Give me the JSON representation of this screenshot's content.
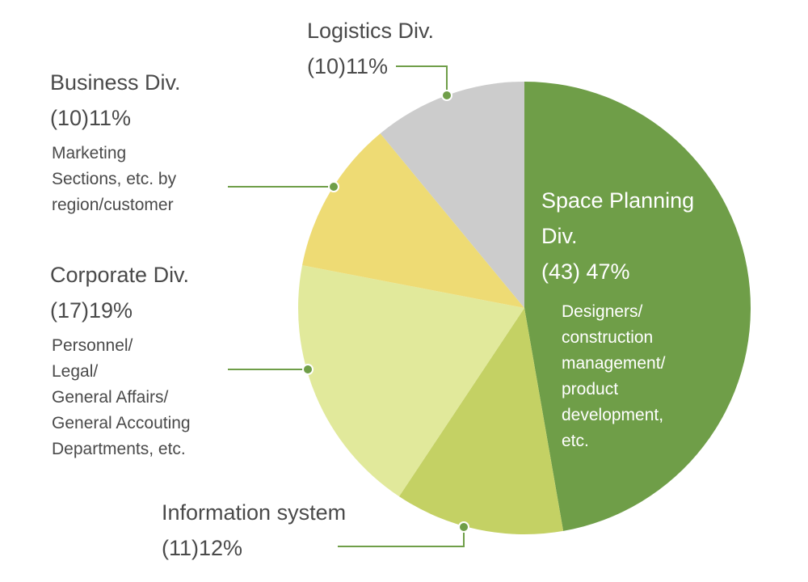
{
  "chart_data": {
    "type": "pie",
    "colors": {
      "space_planning": "#6f9e48",
      "information_system": "#c4d164",
      "corporate": "#e1e99b",
      "business": "#eedb74",
      "logistics": "#cccccc",
      "leader_line": "#6f9e48"
    },
    "slices": [
      {
        "key": "space_planning",
        "name": "Space Planning Div.",
        "count": 43,
        "percent": 47,
        "label_line1": "Space Planning",
        "label_line2": "Div.",
        "value_text": "(43) 47%",
        "description": [
          "Designers/",
          "construction",
          "management/",
          "product",
          "development,",
          "etc."
        ]
      },
      {
        "key": "information_system",
        "name": "Information system",
        "count": 11,
        "percent": 12,
        "value_text": "(11)12%",
        "description": []
      },
      {
        "key": "corporate",
        "name": "Corporate Div.",
        "count": 17,
        "percent": 19,
        "value_text": "(17)19%",
        "description": [
          "Personnel/",
          "Legal/",
          "General Affairs/",
          "General Accouting",
          "Departments, etc."
        ]
      },
      {
        "key": "business",
        "name": "Business Div.",
        "count": 10,
        "percent": 11,
        "value_text": "(10)11%",
        "description": [
          "Marketing",
          "Sections, etc. by",
          "region/customer"
        ]
      },
      {
        "key": "logistics",
        "name": "Logistics Div.",
        "count": 10,
        "percent": 11,
        "value_text": "(10)11%",
        "description": []
      }
    ]
  }
}
